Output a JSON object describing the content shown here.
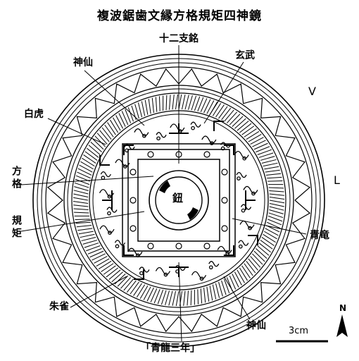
{
  "title": "複波鋸歯文縁方格規矩四神鏡",
  "labels": {
    "twelve_branches": "十二支銘",
    "xianren_top": "神仙",
    "xuanwu": "玄武",
    "baihu": "白虎",
    "fangge": "方格",
    "guiju": "規矩",
    "v_mark": "V",
    "l_mark": "L",
    "qinglong": "青竜",
    "zhuque": "朱雀",
    "xianren_bottom": "神仙",
    "inscription": "「青龍三年」",
    "knob": "鈕"
  },
  "scale": {
    "label": "3cm"
  },
  "north": {
    "letter": "N"
  }
}
